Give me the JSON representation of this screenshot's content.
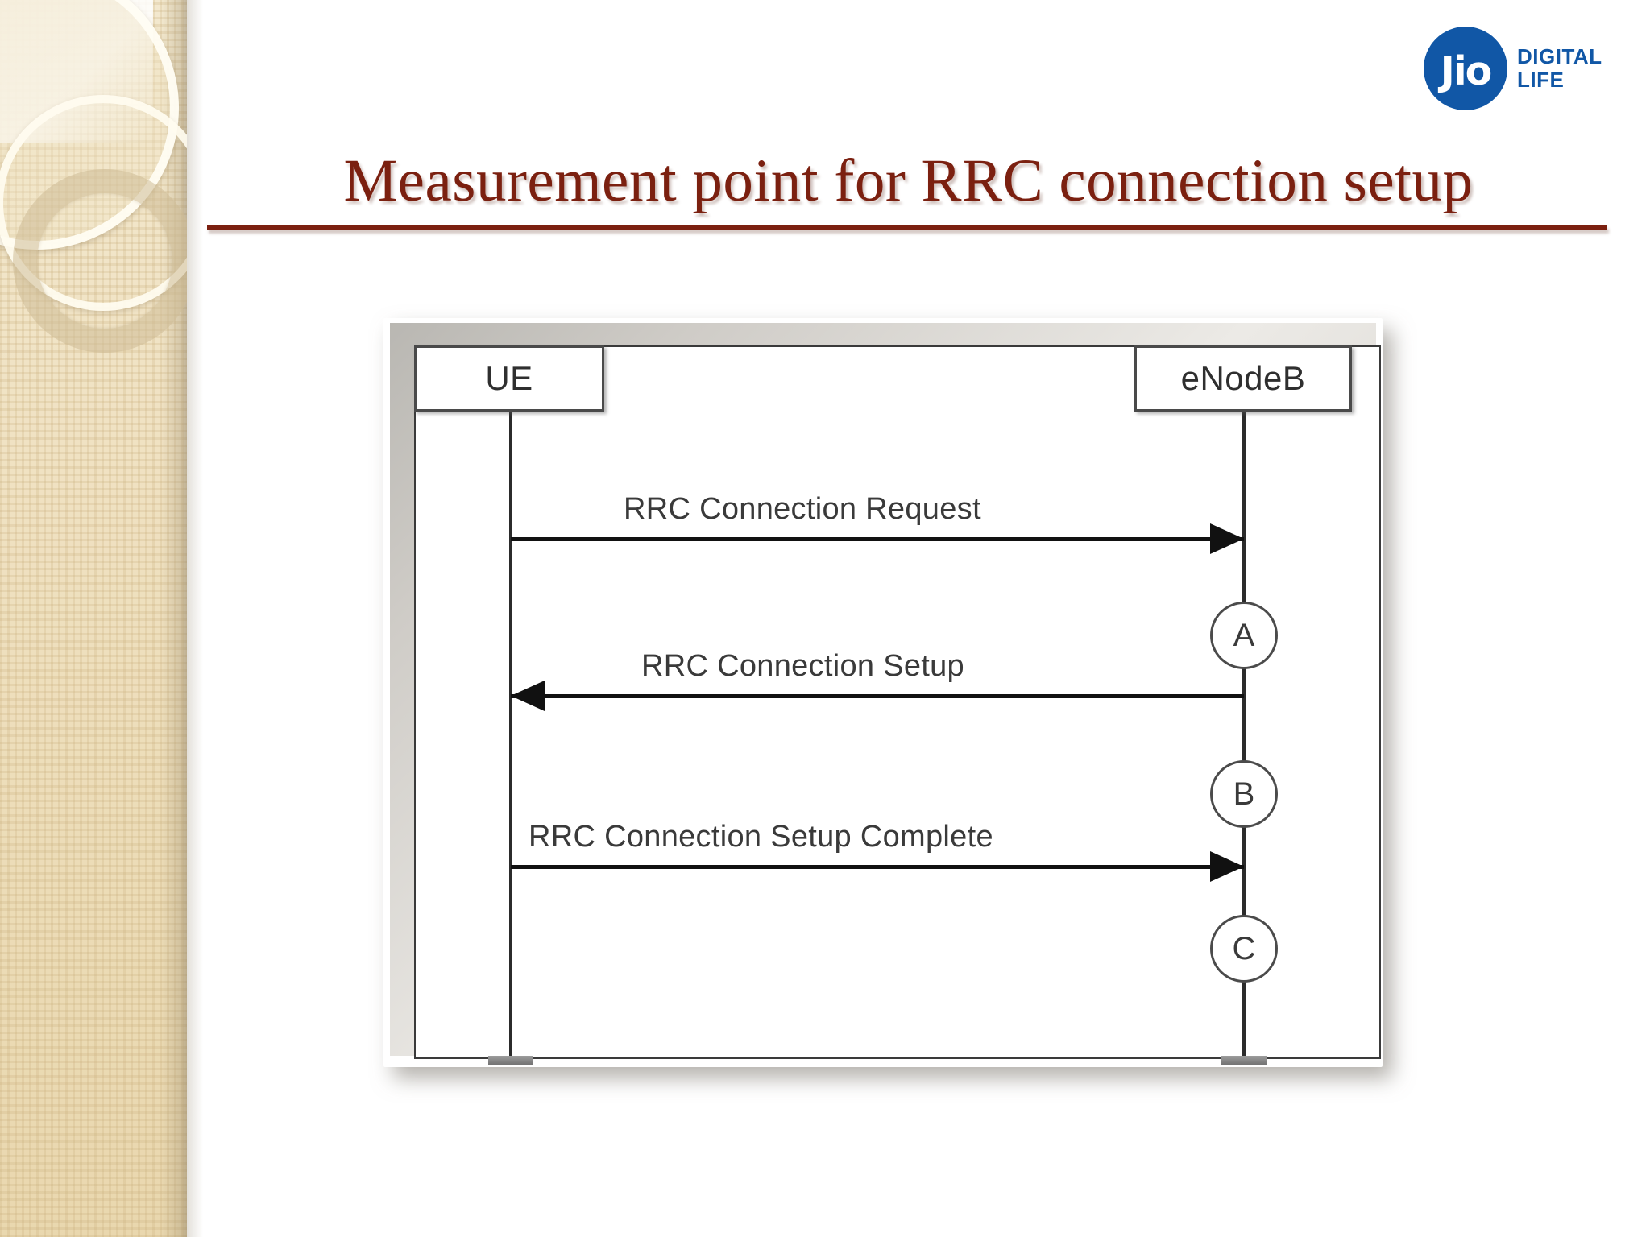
{
  "slide": {
    "title": "Measurement point for RRC connection setup",
    "title_color": "#7b2010",
    "background_color": "#ffffff"
  },
  "logo": {
    "mark_text": "Jio",
    "wordmark_line1": "DIGITAL",
    "wordmark_line2": "LIFE",
    "brand_color": "#1157a6"
  },
  "diagram": {
    "type": "sequence-diagram",
    "actors": [
      {
        "id": "ue",
        "label": "UE"
      },
      {
        "id": "enb",
        "label": "eNodeB"
      }
    ],
    "messages": [
      {
        "label": "RRC Connection Request",
        "from": "ue",
        "to": "enb",
        "direction": "right"
      },
      {
        "label": "RRC Connection Setup",
        "from": "enb",
        "to": "ue",
        "direction": "left"
      },
      {
        "label": "RRC Connection Setup Complete",
        "from": "ue",
        "to": "enb",
        "direction": "right"
      }
    ],
    "measurement_points": [
      {
        "label": "A",
        "on": "enb",
        "after_message": "RRC Connection Request"
      },
      {
        "label": "B",
        "on": "enb",
        "after_message": "RRC Connection Setup"
      },
      {
        "label": "C",
        "on": "enb",
        "after_message": "RRC Connection Setup Complete"
      }
    ]
  }
}
